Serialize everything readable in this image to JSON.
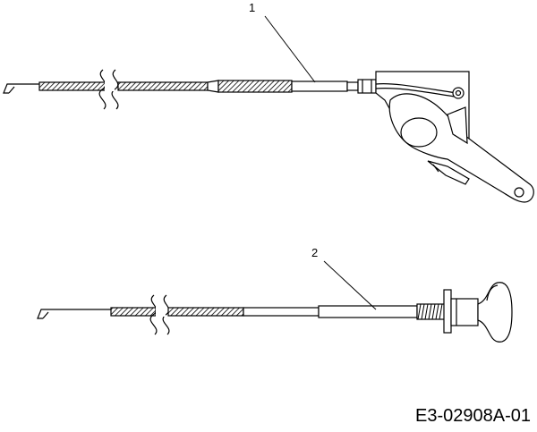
{
  "diagram": {
    "callouts": [
      {
        "label": "1",
        "part": "throttle-cable"
      },
      {
        "label": "2",
        "part": "choke-cable"
      }
    ],
    "drawing_code": "E3-02908A-01"
  }
}
